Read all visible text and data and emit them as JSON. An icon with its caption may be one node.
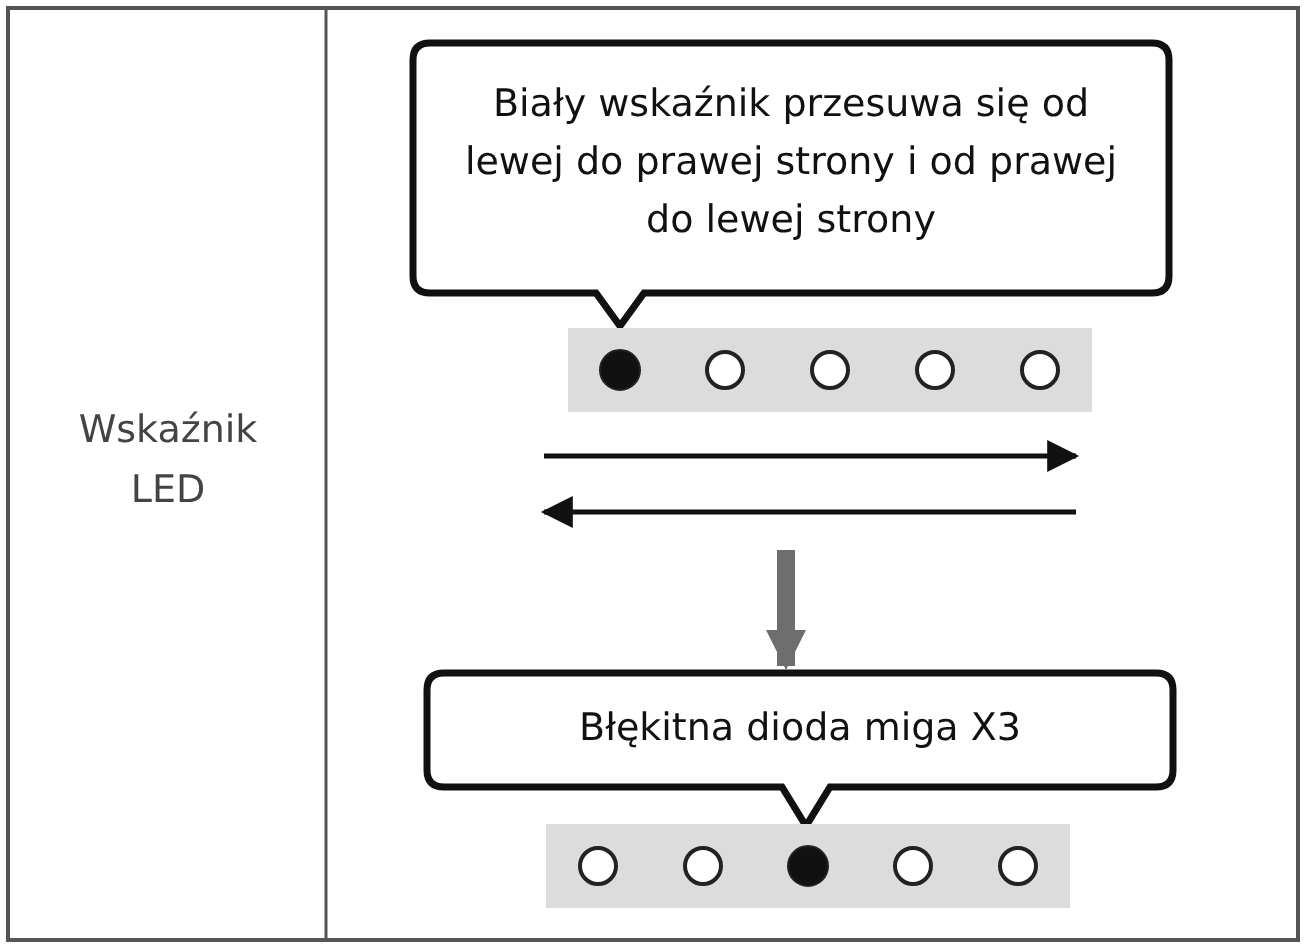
{
  "diagram": {
    "nodes": [
      {
        "text": [
          "Biały wskaźnik przesuwa się od lewej do prawej strony i od prawej do lewej strony"
        ]
      },
      {
        "text": [],
        "shape": "bar"
      },
      {
        "text": [
          "Błękitna dioda miga X3"
        ]
      },
      {
        "text": [],
        "shape": "bar"
      }
    ],
    "edges": [
      {
        "from": null,
        "to": 2,
        "arrow": "to"
      }
    ],
    "labels": [
      "Wskaźnik LED"
    ]
  }
}
